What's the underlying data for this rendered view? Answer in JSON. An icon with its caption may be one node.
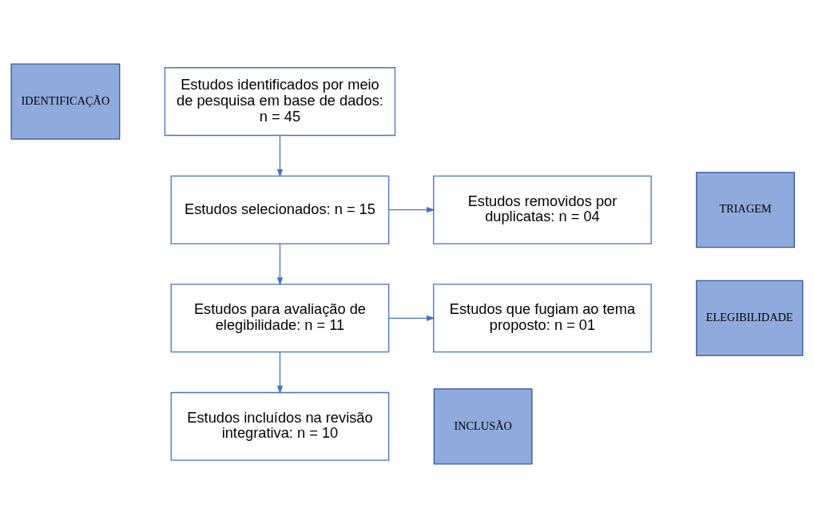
{
  "diagram": {
    "nodes": [
      {
        "text": [
          "IDENTIFICAÇÃO"
        ]
      },
      {
        "text": [
          "Estudos identificados por meio de pesquisa em base de dados: n = 45"
        ]
      },
      {
        "text": [
          "TRIAGEM"
        ]
      },
      {
        "text": [
          "Estudos selecionados: n = 15"
        ]
      },
      {
        "text": [
          "Estudos removidos por duplicatas: n = 04"
        ]
      },
      {
        "text": [
          "ELEGIBILIDADE"
        ]
      },
      {
        "text": [
          "Estudos para avaliação de elegibilidade: n = 11"
        ]
      },
      {
        "text": [
          "Estudos que fugiam ao tema proposto: n = 01"
        ]
      },
      {
        "text": [
          "INCLUSÃO"
        ]
      },
      {
        "text": [
          "Estudos incluídos na revisão integrativa: n = 10"
        ]
      }
    ],
    "edges": [
      {
        "from": 1,
        "to": 3,
        "arrow": "to"
      },
      {
        "from": 3,
        "to": 4,
        "arrow": "to"
      },
      {
        "from": 3,
        "to": 6,
        "arrow": "to"
      },
      {
        "from": 6,
        "to": 7,
        "arrow": "to"
      },
      {
        "from": 6,
        "to": 9,
        "arrow": "to"
      }
    ]
  }
}
